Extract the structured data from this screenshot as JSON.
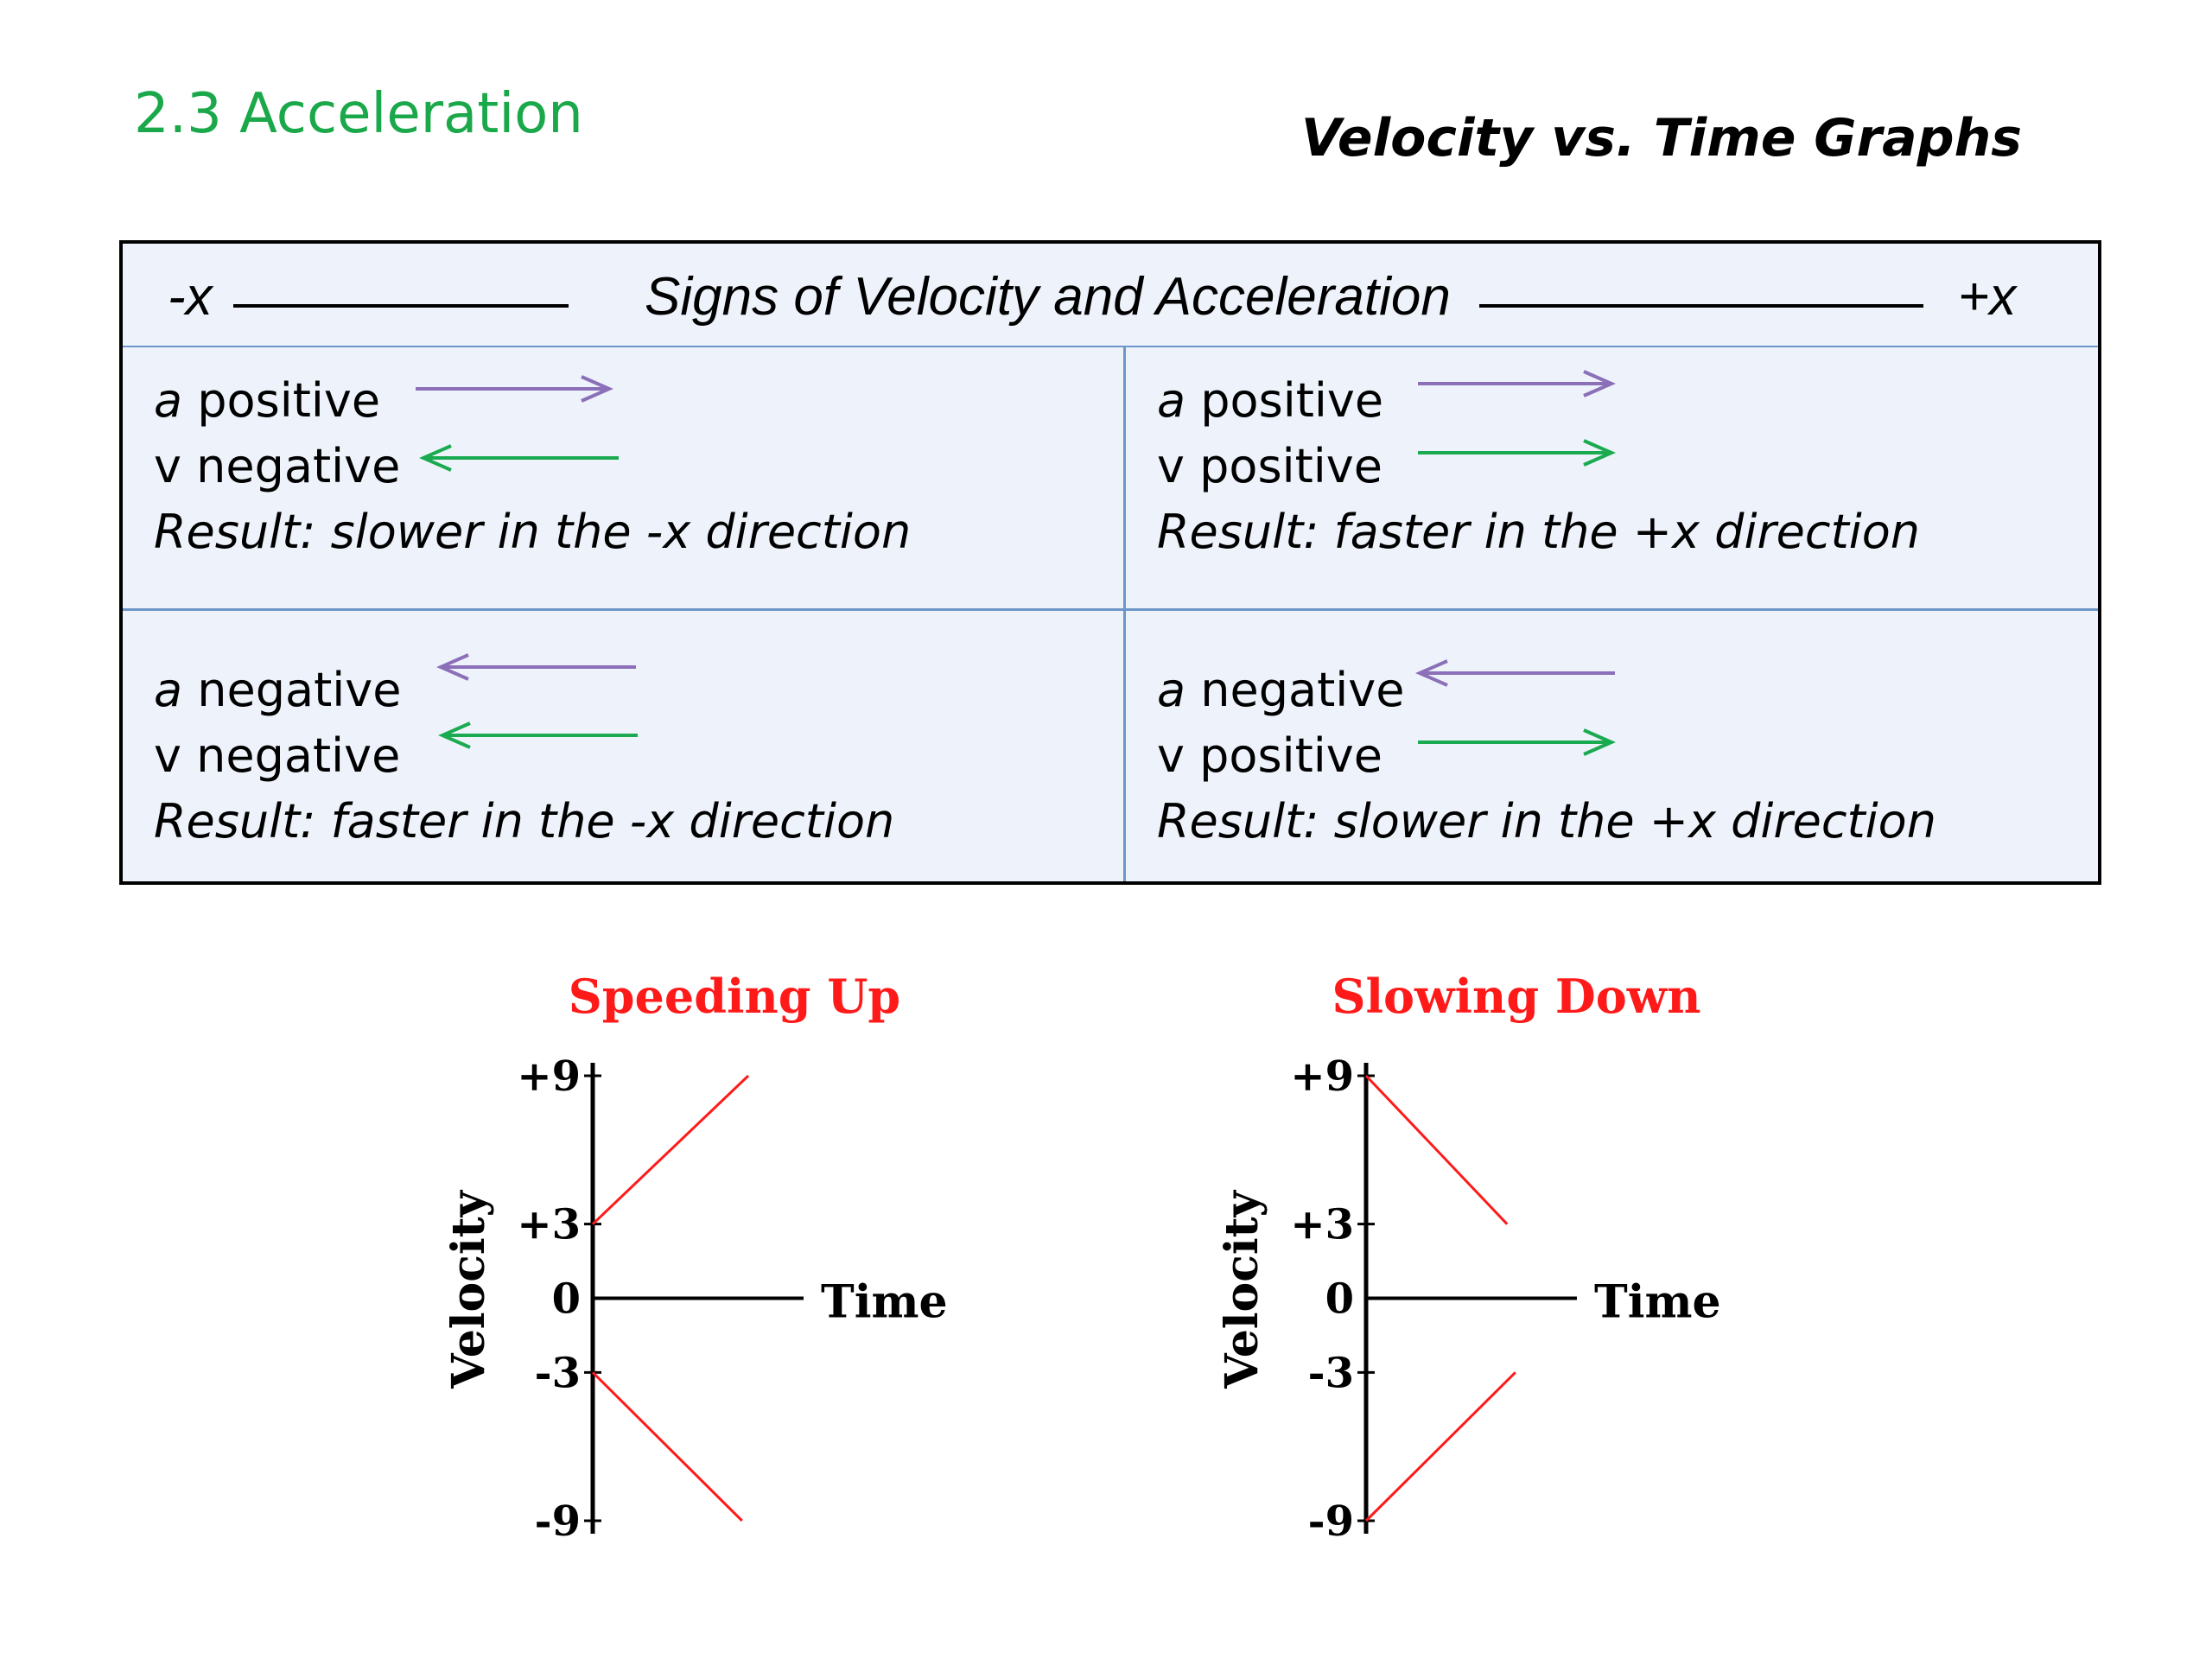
{
  "slide": {
    "heading": "2.3 Acceleration",
    "title": "Velocity vs. Time Graphs"
  },
  "table": {
    "header": {
      "left": "-x",
      "title": "Signs of Velocity and Acceleration",
      "right": "+x"
    },
    "quadrants": [
      {
        "a_symbol": "a",
        "a_sign": " positive",
        "v_label": "v negative",
        "result": "Result: slower in the -x direction",
        "a_dir": "right",
        "v_dir": "left"
      },
      {
        "a_symbol": "a",
        "a_sign": " positive",
        "v_label": "v positive",
        "result": "Result: faster in the +x direction",
        "a_dir": "right",
        "v_dir": "right"
      },
      {
        "a_symbol": "a",
        "a_sign": " negative",
        "v_label": "v negative",
        "result": "Result: faster in the -x direction",
        "a_dir": "left",
        "v_dir": "left"
      },
      {
        "a_symbol": "a",
        "a_sign": " negative",
        "v_label": "v positive",
        "result": "Result: slower in the +x direction",
        "a_dir": "left",
        "v_dir": "right"
      }
    ],
    "colors": {
      "a_arrow": "#8b6fb8",
      "v_arrow": "#1aaa50",
      "border": "#6d96c8",
      "background": "#eef3fb"
    }
  },
  "chart_data": [
    {
      "type": "line",
      "title": "Speeding Up",
      "xlabel": "Time",
      "ylabel": "Velocity",
      "yticks": [
        "+9",
        "+3",
        "0",
        "-3",
        "-9"
      ],
      "ytick_values": [
        9,
        3,
        0,
        -3,
        -9
      ],
      "ylim": [
        -9,
        9
      ],
      "xlim": [
        0,
        1
      ],
      "series": [
        {
          "x": [
            0,
            0.75
          ],
          "y": [
            3,
            9
          ]
        },
        {
          "x": [
            0,
            0.72
          ],
          "y": [
            -3,
            -9
          ]
        }
      ],
      "color": "#ff1a1a"
    },
    {
      "type": "line",
      "title": "Slowing Down",
      "xlabel": "Time",
      "ylabel": "Velocity",
      "yticks": [
        "+9",
        "+3",
        "0",
        "-3",
        "-9"
      ],
      "ytick_values": [
        9,
        3,
        0,
        -3,
        -9
      ],
      "ylim": [
        -9,
        9
      ],
      "xlim": [
        0,
        1
      ],
      "series": [
        {
          "x": [
            0,
            0.68
          ],
          "y": [
            9,
            3
          ]
        },
        {
          "x": [
            0,
            0.72
          ],
          "y": [
            -9,
            -3
          ]
        }
      ],
      "color": "#ff1a1a"
    }
  ]
}
